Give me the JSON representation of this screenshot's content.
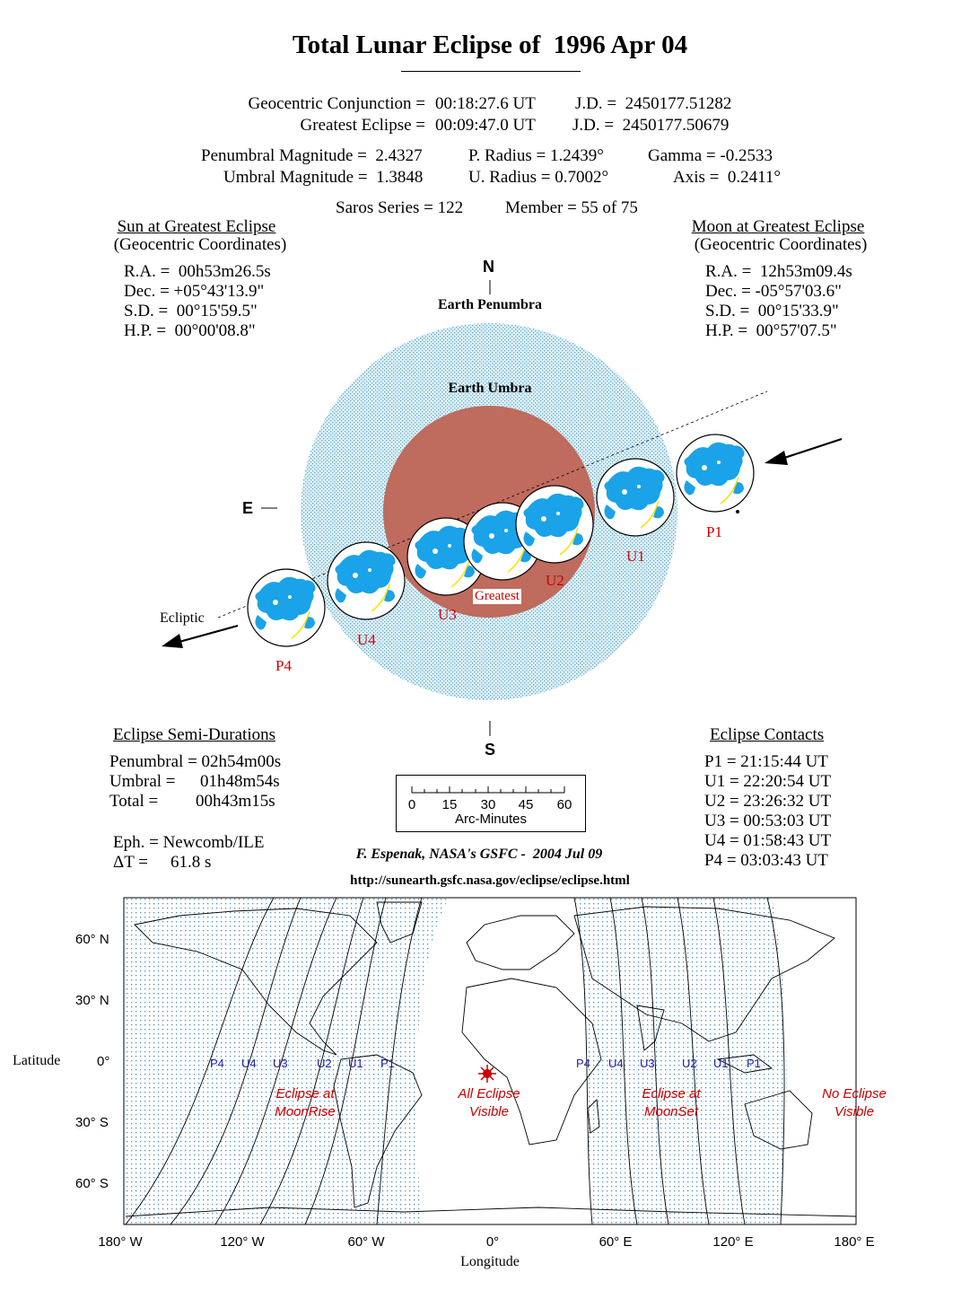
{
  "title": "Total Lunar Eclipse of  1996 Apr 04",
  "conjunction": {
    "geo_label": "Geocentric Conjunction =",
    "geo_time": "00:18:27.6 UT",
    "geo_jd": "J.D. =  2450177.51282",
    "ge_label": "Greatest Eclipse =",
    "ge_time": "00:09:47.0 UT",
    "ge_jd": "J.D. =  2450177.50679"
  },
  "params": {
    "pen_mag": "Penumbral Magnitude =  2.4327",
    "umb_mag": "Umbral Magnitude =  1.3848",
    "p_radius": "P. Radius = 1.2439°",
    "u_radius": "U. Radius = 0.7002°",
    "gamma": "Gamma = -0.2533",
    "axis": "Axis =  0.2411°",
    "saros": "Saros Series = 122",
    "member": "Member = 55 of 75"
  },
  "sun": {
    "heading": "Sun at Greatest Eclipse",
    "sub": "(Geocentric Coordinates)",
    "ra": "R.A. =  00h53m26.5s",
    "dec": "Dec. = +05°43'13.9\"",
    "sd": "S.D. =  00°15'59.5\"",
    "hp": "H.P. =  00°00'08.8\""
  },
  "moon": {
    "heading": "Moon at Greatest Eclipse",
    "sub": "(Geocentric Coordinates)",
    "ra": "R.A. =  12h53m09.4s",
    "dec": "Dec. = -05°57'03.6\"",
    "sd": "S.D. =  00°15'33.9\"",
    "hp": "H.P. =  00°57'07.5\""
  },
  "diagram": {
    "north": "N",
    "south": "S",
    "east": "E",
    "penumbra": "Earth Penumbra",
    "umbra": "Earth Umbra",
    "ecliptic": "Ecliptic",
    "contacts": [
      "P1",
      "U1",
      "U2",
      "Greatest",
      "U3",
      "U4",
      "P4"
    ],
    "colors": {
      "penumbra": "#b7dcea",
      "umbra": "#bf6b5e",
      "moon_land": "#1aa3e8",
      "label": "#cc0000"
    }
  },
  "semi": {
    "heading": "Eclipse Semi-Durations",
    "pen": "Penumbral = 02h54m00s",
    "umb_label": "Umbral =",
    "umb_val": "01h48m54s",
    "tot_label": "Total =",
    "tot_val": "00h43m15s",
    "eph": "Eph. = Newcomb/ILE",
    "dt_label": "ΔT =",
    "dt_val": "61.8 s"
  },
  "scale": {
    "ticks": [
      "0",
      "15",
      "30",
      "45",
      "60"
    ],
    "label": "Arc-Minutes"
  },
  "credit": "F. Espenak, NASA's GSFC -  2004 Jul 09",
  "url": "http://sunearth.gsfc.nasa.gov/eclipse/eclipse.html",
  "contacts": {
    "heading": "Eclipse Contacts",
    "list": [
      "P1 = 21:15:44 UT",
      "U1 = 22:20:54 UT",
      "U2 = 23:26:32 UT",
      "U3 = 00:53:03 UT",
      "U4 = 01:58:43 UT",
      "P4 = 03:03:43 UT"
    ]
  },
  "map": {
    "lat_title": "Latitude",
    "lon_title": "Longitude",
    "lat_labels": [
      "60° N",
      "30° N",
      "0°",
      "30° S",
      "60° S"
    ],
    "lon_labels": [
      "180° W",
      "120° W",
      "60° W",
      "0°",
      "60° E",
      "120° E",
      "180° E"
    ],
    "west_curves": [
      "P4",
      "U4",
      "U3",
      "U2",
      "U1",
      "P1"
    ],
    "east_curves": [
      "P4",
      "U4",
      "U3",
      "U2",
      "U1",
      "P1"
    ],
    "regions": {
      "moonrise": [
        "Eclipse at",
        "MoonRise"
      ],
      "all": [
        "All Eclipse",
        "Visible"
      ],
      "moonset": [
        "Eclipse at",
        "MoonSet"
      ],
      "none": [
        "No Eclipse",
        "Visible"
      ]
    },
    "curve_label_color": "#2222aa",
    "region_color": "#cc0000"
  }
}
